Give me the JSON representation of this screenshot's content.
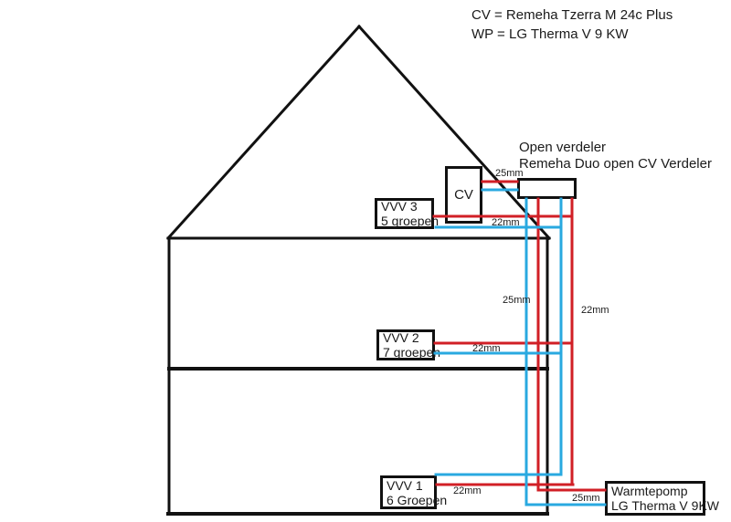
{
  "legend": {
    "line1": "CV = Remeha Tzerra M 24c Plus",
    "line2": "WP = LG Therma V 9 KW"
  },
  "open_verdeler_label": {
    "line1": "Open verdeler",
    "line2": "Remeha Duo open CV Verdeler"
  },
  "boxes": {
    "cv": {
      "label": "CV"
    },
    "vvv3": {
      "line1": "VVV 3",
      "line2": "5 groepen"
    },
    "vvv2": {
      "line1": "VVV 2",
      "line2": "7 groepen"
    },
    "vvv1": {
      "line1": "VVV 1",
      "line2": "6 Groepen"
    },
    "warmtepomp": {
      "line1": "Warmtepomp",
      "line2": "LG Therma V 9KW"
    }
  },
  "pipe_labels": {
    "cv_to_verdeler": "25mm",
    "vvv3_branch": "22mm",
    "riser_wp": "25mm",
    "riser_vvv": "22mm",
    "vvv2_branch": "22mm",
    "vvv1_branch": "22mm",
    "warmtepomp_branch": "25mm"
  },
  "colors": {
    "supply": "#d11f26",
    "return": "#29a9e0",
    "outline": "#111111"
  }
}
